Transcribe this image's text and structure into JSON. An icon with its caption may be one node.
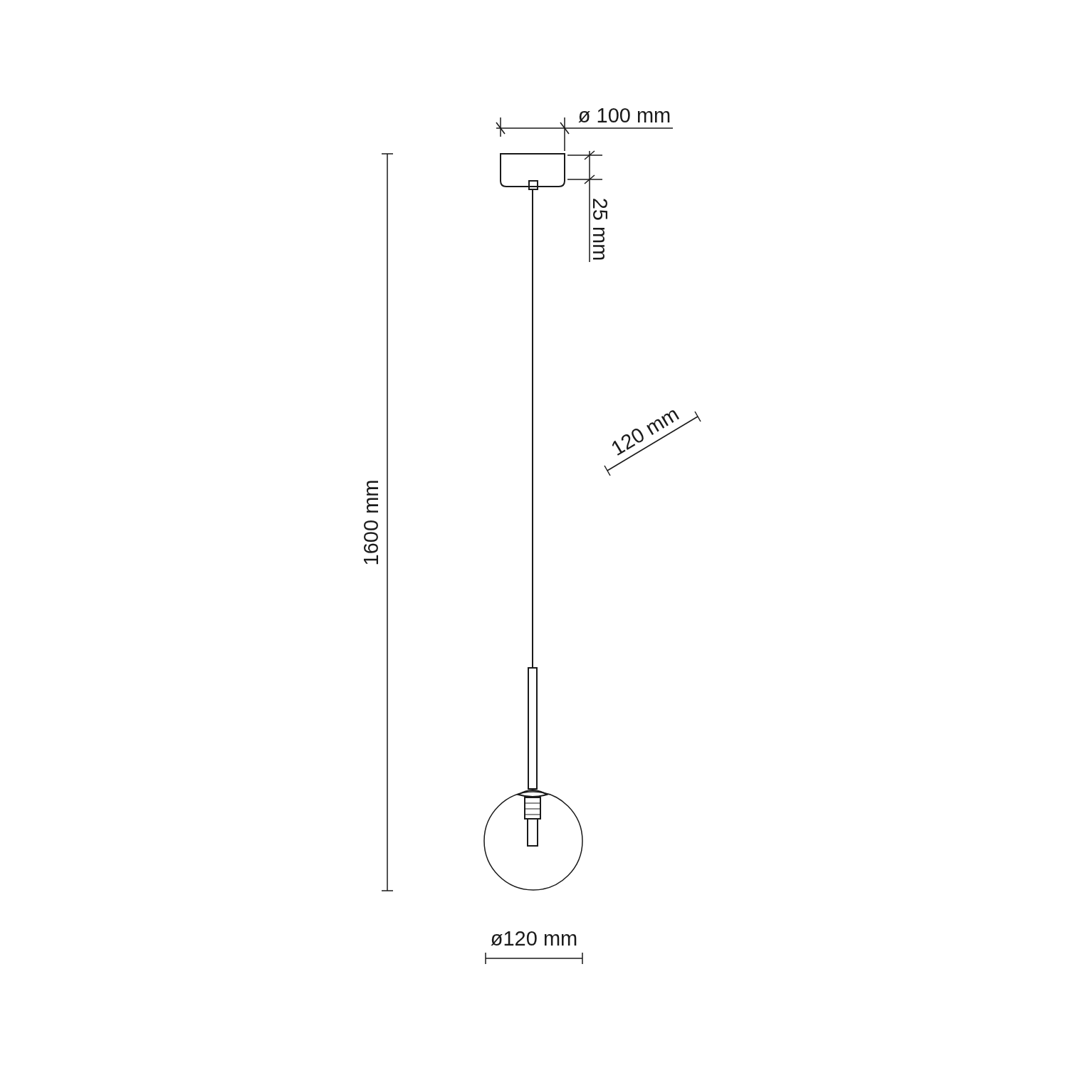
{
  "diagram": {
    "labels": [
      "ø 100 mm",
      "25 mm",
      "120 mm",
      "1600 mm",
      "ø120 mm"
    ]
  }
}
